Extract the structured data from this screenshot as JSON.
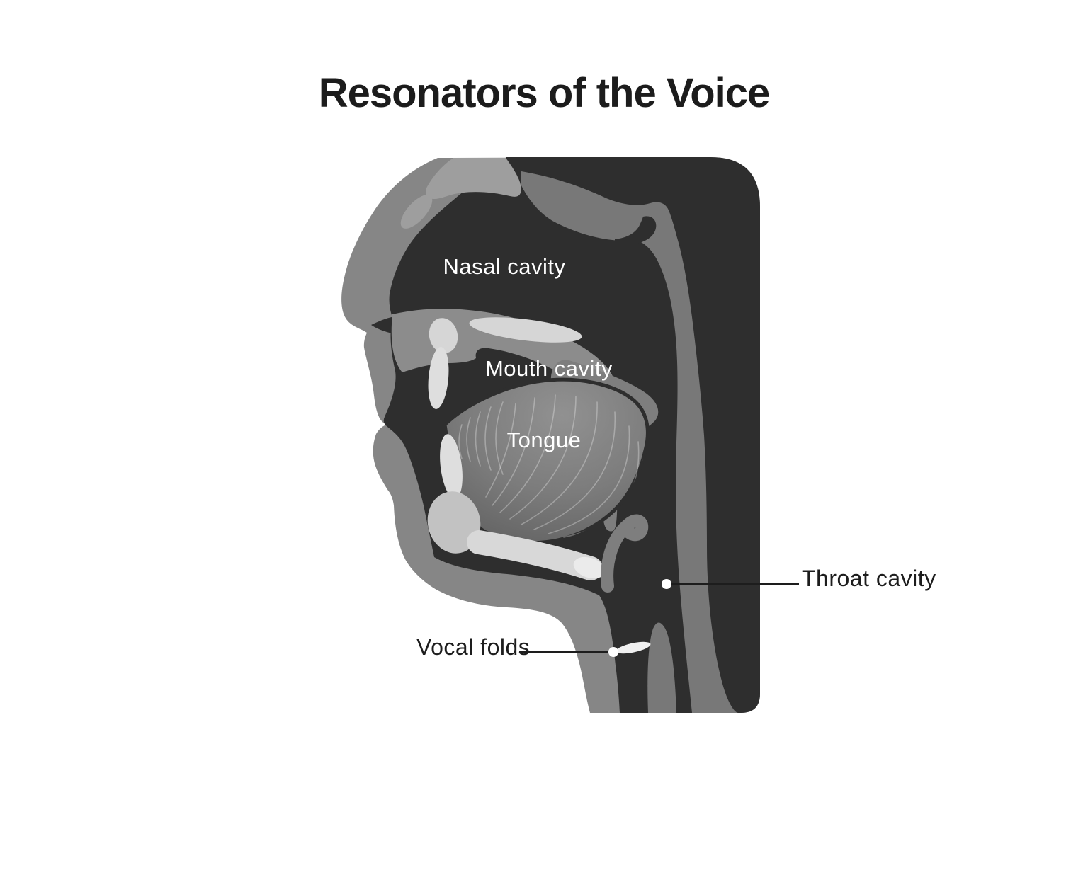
{
  "title": "Resonators of the Voice",
  "figure": {
    "labels": {
      "nasal_cavity": "Nasal cavity",
      "mouth_cavity": "Mouth cavity",
      "tongue": "Tongue",
      "throat_cavity": "Throat cavity",
      "vocal_folds": "Vocal folds"
    },
    "colors": {
      "background": "#ffffff",
      "dark_tissue": "#2e2e2e",
      "face_gray": "#868686",
      "pharynx_gray": "#787878",
      "palate_gray": "#8c8c8c",
      "soft_palate_gray": "#7e7e7e",
      "sinus_gray": "#9e9e9e",
      "bone_light": "#d8d8d8",
      "teeth_light": "#dedede",
      "chin_bone": "#c2c2c2",
      "vocal_fold_light": "#f0f0f0",
      "label_light": "#ffffff",
      "label_dark": "#1d1d1d"
    }
  }
}
